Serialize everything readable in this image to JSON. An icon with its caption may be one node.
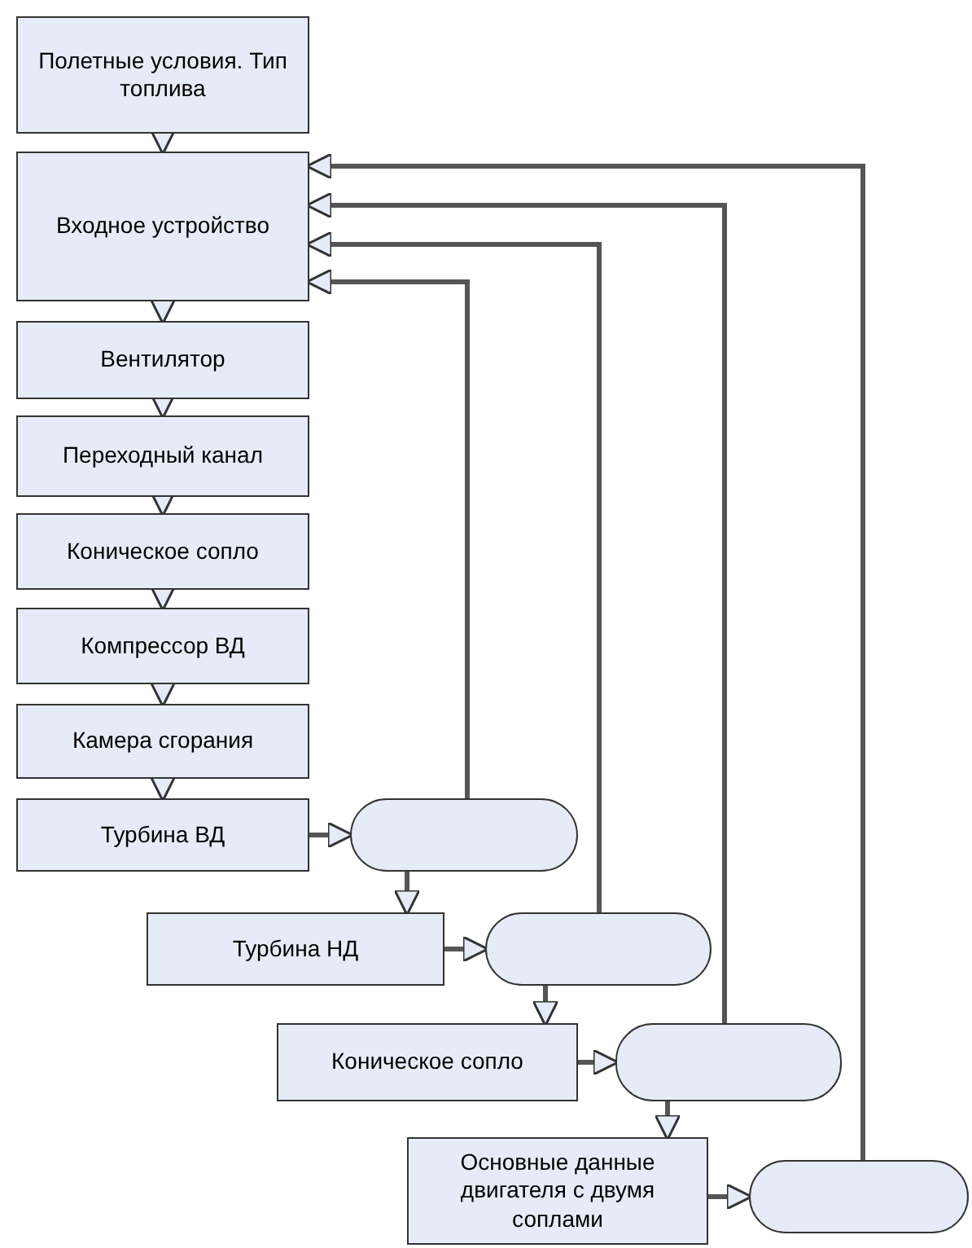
{
  "diagram": {
    "nodes": [
      {
        "text": [
          "Полетные условия. Тип топлива"
        ]
      },
      {
        "text": [
          "Входное устройство"
        ]
      },
      {
        "text": [
          "Вентилятор"
        ]
      },
      {
        "text": [
          "Переходный канал"
        ]
      },
      {
        "text": [
          "Коническое сопло"
        ]
      },
      {
        "text": [
          "Компрессор ВД"
        ]
      },
      {
        "text": [
          "Камера сгорания"
        ]
      },
      {
        "text": [
          "Турбина ВД"
        ]
      },
      {
        "text": [],
        "shape": "pill"
      },
      {
        "text": [
          "Турбина НД"
        ]
      },
      {
        "text": [],
        "shape": "pill"
      },
      {
        "text": [
          "Коническое сопло"
        ]
      },
      {
        "text": [],
        "shape": "pill"
      },
      {
        "text": [
          "Основные данные двигателя с двумя соплами"
        ]
      },
      {
        "text": [],
        "shape": "pill"
      }
    ],
    "edges": [
      {
        "from": 0,
        "to": 1,
        "arrow": "to"
      },
      {
        "from": 1,
        "to": 2,
        "arrow": "to"
      },
      {
        "from": 2,
        "to": 3,
        "arrow": "to"
      },
      {
        "from": 3,
        "to": 4,
        "arrow": "to"
      },
      {
        "from": 4,
        "to": 5,
        "arrow": "to"
      },
      {
        "from": 5,
        "to": 6,
        "arrow": "to"
      },
      {
        "from": 6,
        "to": 7,
        "arrow": "to"
      },
      {
        "from": 7,
        "to": 8,
        "arrow": "to"
      },
      {
        "from": 8,
        "to": 9,
        "arrow": "to"
      },
      {
        "from": 9,
        "to": 10,
        "arrow": "to"
      },
      {
        "from": 10,
        "to": 11,
        "arrow": "to"
      },
      {
        "from": 11,
        "to": 12,
        "arrow": "to"
      },
      {
        "from": 12,
        "to": 13,
        "arrow": "to"
      },
      {
        "from": 13,
        "to": 14,
        "arrow": "to"
      },
      {
        "from": 8,
        "to": 1,
        "arrow": "to"
      },
      {
        "from": 10,
        "to": 1,
        "arrow": "to"
      },
      {
        "from": 12,
        "to": 1,
        "arrow": "to"
      },
      {
        "from": 14,
        "to": 1,
        "arrow": "to"
      }
    ]
  }
}
